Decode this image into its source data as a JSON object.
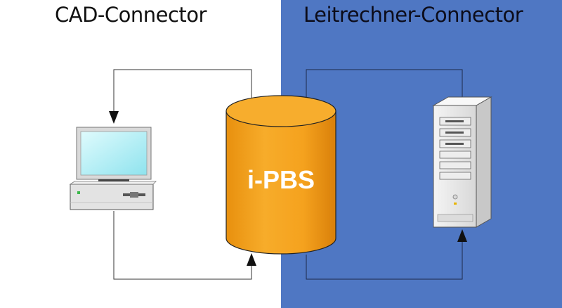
{
  "sections": {
    "left": {
      "title": "CAD-Connector"
    },
    "right": {
      "title": "Leitrechner-Connector"
    }
  },
  "database": {
    "label": "i-PBS"
  },
  "icons": {
    "workstation": "desktop-computer-icon",
    "server": "tower-server-icon",
    "database": "database-cylinder-icon"
  },
  "colors": {
    "left_background": "#ffffff",
    "right_background": "#4f77c3",
    "database_fill": "#f5a21e",
    "connector_line": "#333333"
  }
}
